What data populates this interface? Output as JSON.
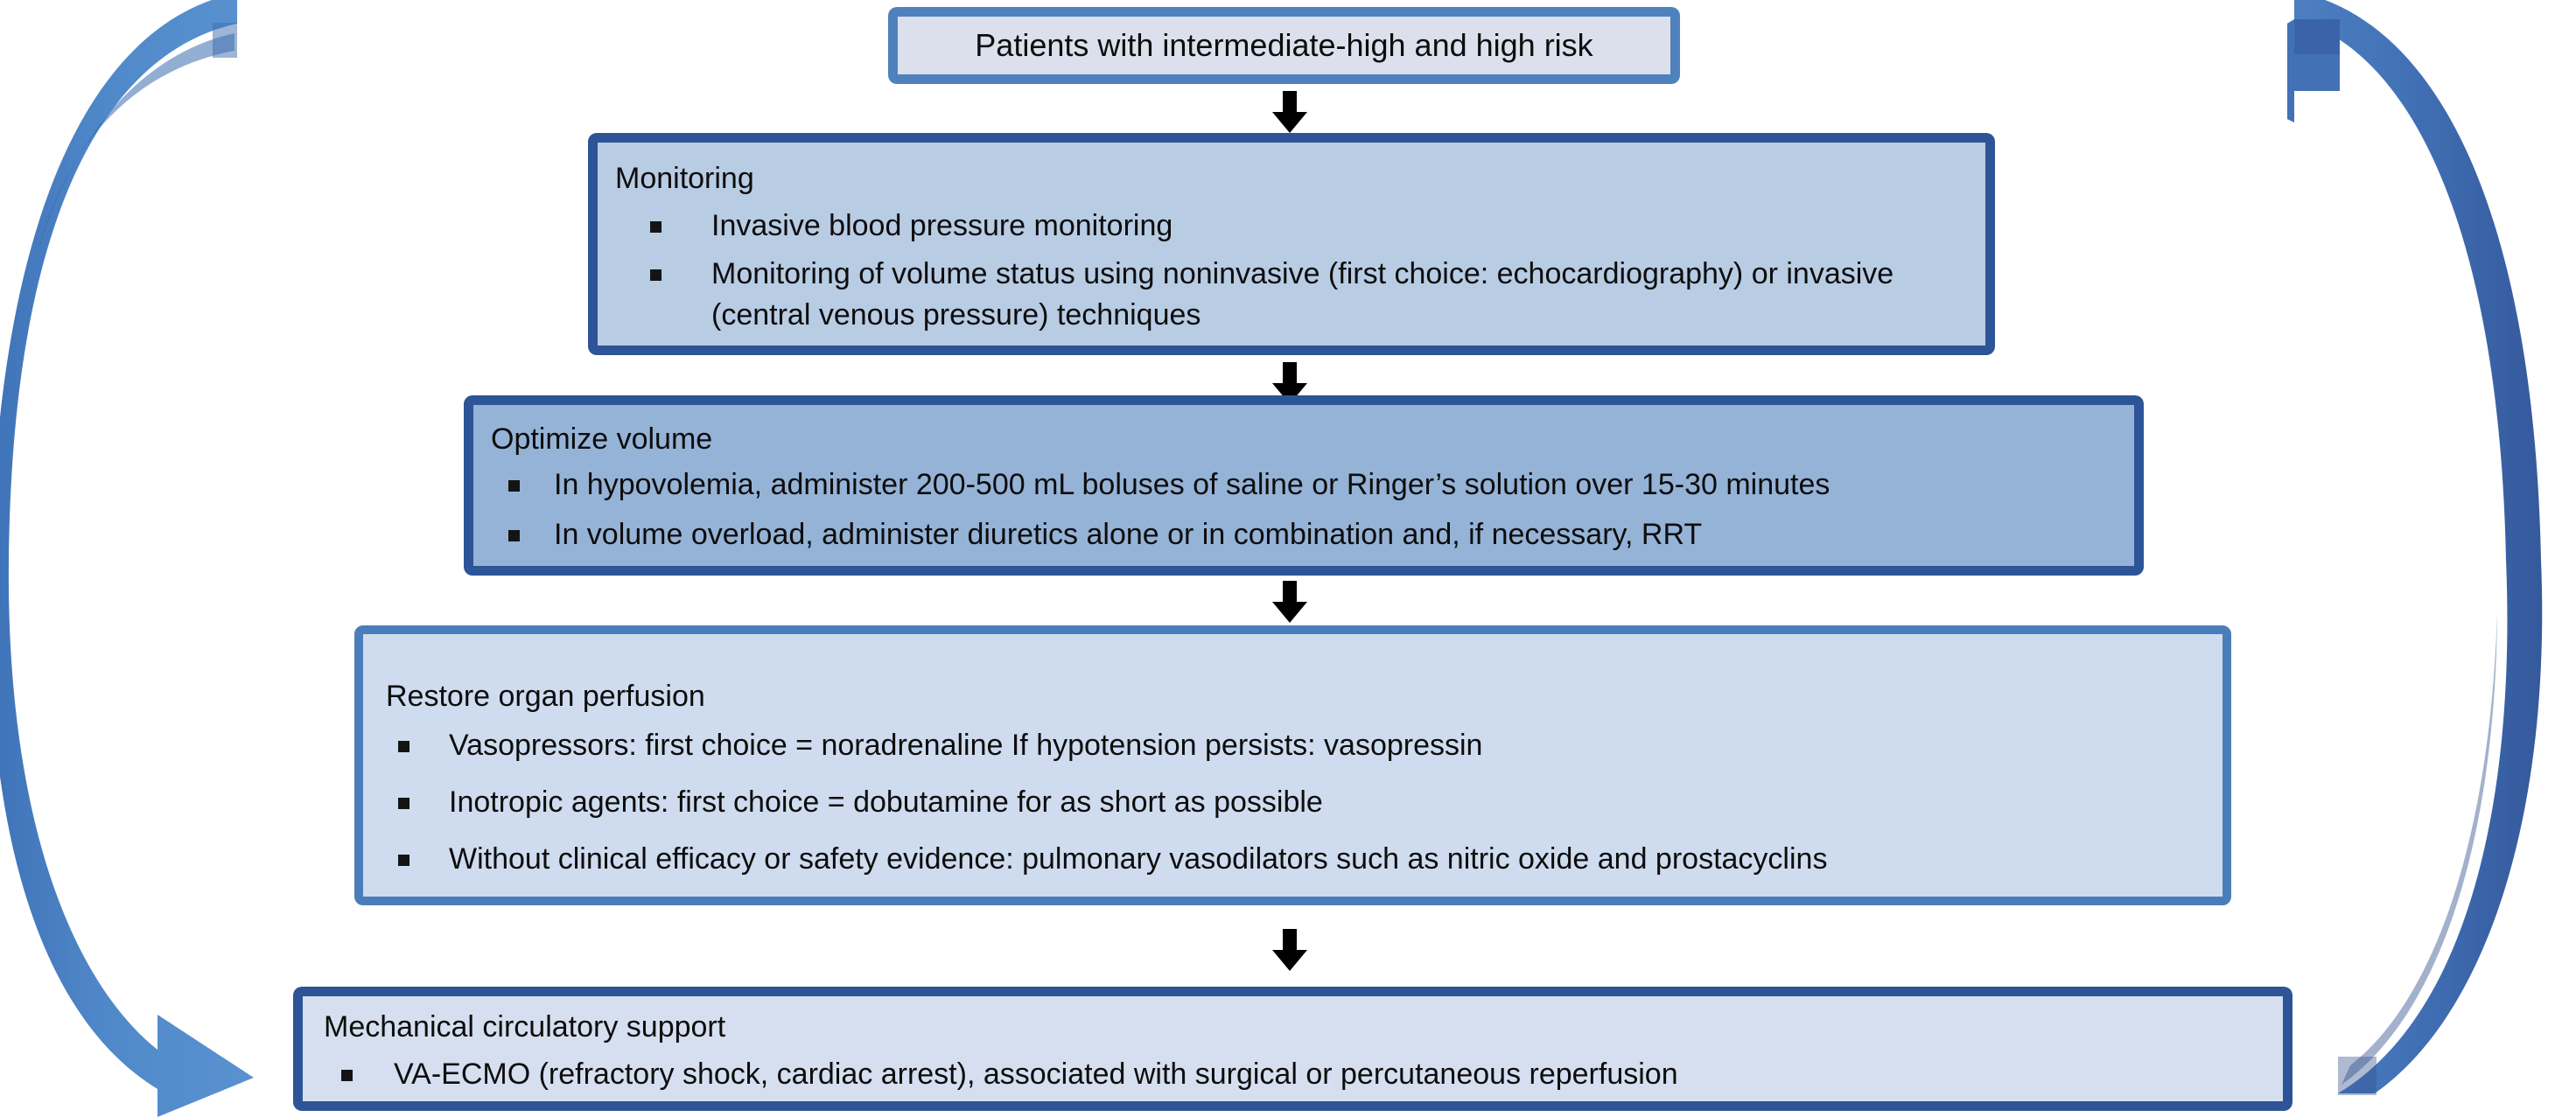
{
  "diagram": {
    "title_hidden": "",
    "accent_border_dark": "#2d5496",
    "accent_border_mid": "#4a7ebb",
    "accent_border_light": "#4f81bd",
    "arrow_blue_light": "#4e87c7",
    "arrow_blue_dark": "#3b62ab"
  },
  "nodes": {
    "patients": {
      "label": "Patients with intermediate-high and high risk"
    },
    "monitoring": {
      "title": "Monitoring",
      "bullets": [
        "Invasive blood pressure monitoring",
        "Monitoring of volume status using noninvasive (first choice: echocardiography) or invasive (central venous pressure) techniques"
      ]
    },
    "optimize": {
      "title": "Optimize volume",
      "bullets": [
        "In hypovolemia, administer 200-500 mL boluses of saline or Ringer’s solution over 15-30 minutes",
        "In volume overload, administer diuretics alone or in combination and, if necessary, RRT"
      ]
    },
    "restore": {
      "title": "Restore organ perfusion",
      "bullets": [
        "Vasopressors: first choice = noradrenaline If hypotension persists: vasopressin",
        "Inotropic agents: first choice = dobutamine for as short as possible",
        "Without clinical efficacy or safety evidence: pulmonary vasodilators such as nitric oxide and prostacyclins"
      ]
    },
    "mcs": {
      "title": "Mechanical circulatory support",
      "bullets": [
        "VA-ECMO (refractory shock, cardiac arrest), associated with surgical or percutaneous reperfusion"
      ]
    }
  },
  "connectors": [
    {
      "name": "patients-to-monitoring"
    },
    {
      "name": "monitoring-to-optimize"
    },
    {
      "name": "optimize-to-restore"
    },
    {
      "name": "restore-to-mcs"
    }
  ],
  "side_arrows": {
    "left": {
      "name": "left-curved-loop-arrow",
      "direction": "downward-clockwise-to-right"
    },
    "right": {
      "name": "right-curved-loop-arrow",
      "direction": "upward-clockwise-to-left"
    }
  }
}
